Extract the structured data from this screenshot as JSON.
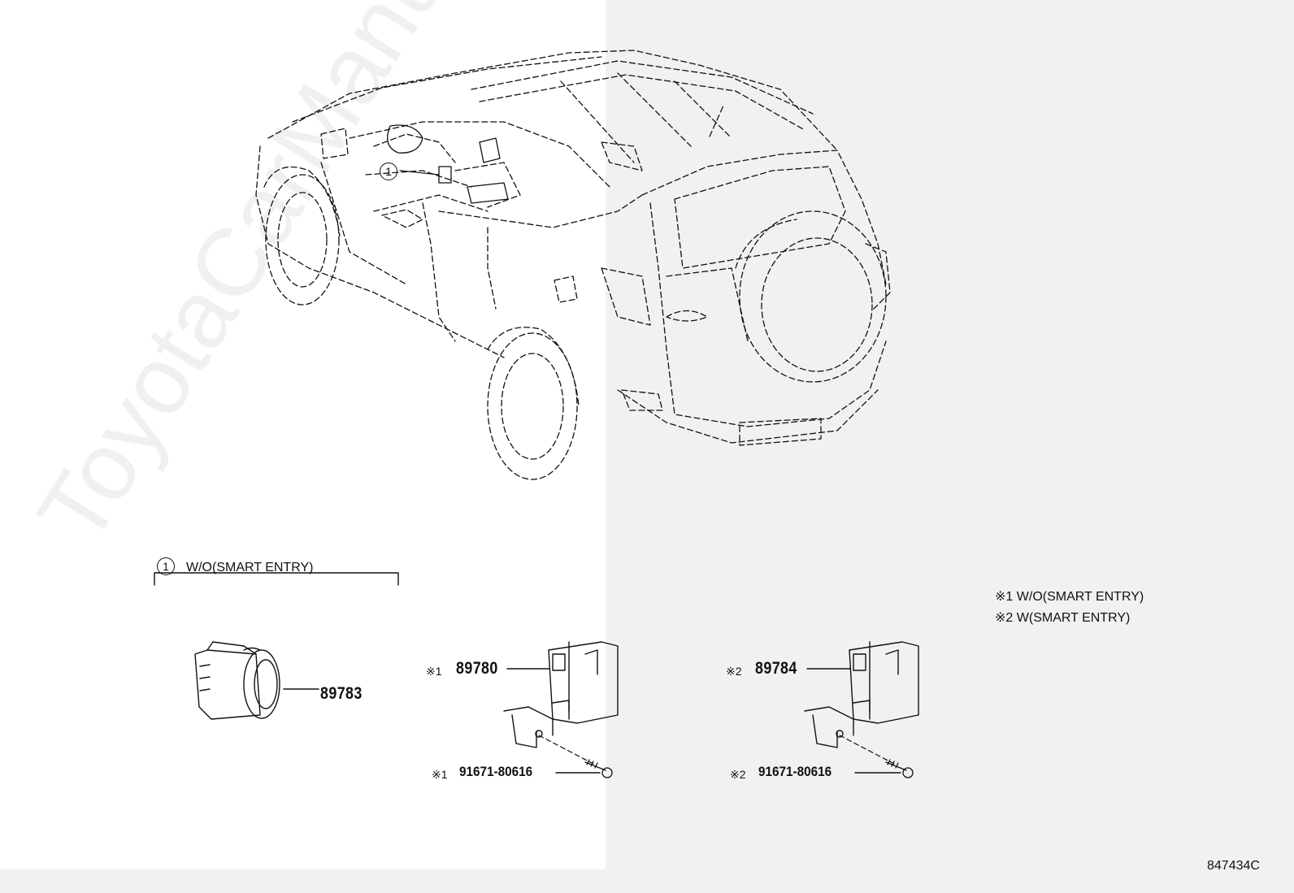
{
  "watermark": "ToyotaCarManual",
  "callout_marker": "1",
  "group": {
    "marker": "1",
    "condition": "W/O(SMART ENTRY)"
  },
  "parts": {
    "sensor": {
      "number": "89783"
    },
    "ecu_1": {
      "mark": "※1",
      "number": "89780"
    },
    "bolt_1": {
      "mark": "※1",
      "number": "91671-80616"
    },
    "ecu_2": {
      "mark": "※2",
      "number": "89784"
    },
    "bolt_2": {
      "mark": "※2",
      "number": "91671-80616"
    }
  },
  "legend": [
    {
      "mark": "※1",
      "text": "W/O(SMART ENTRY)"
    },
    {
      "mark": "※2",
      "text": "W(SMART ENTRY)"
    }
  ],
  "figure_id": "847434C",
  "colors": {
    "line": "#111111",
    "bg_left": "#ffffff",
    "bg_right": "#f1f1f1"
  }
}
